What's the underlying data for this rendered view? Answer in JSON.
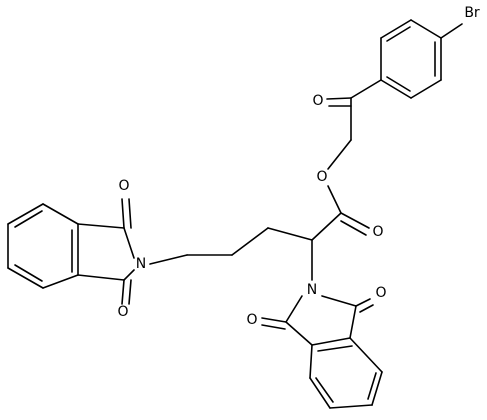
{
  "structure": {
    "atoms": {
      "bromine": "Br",
      "ketone_oxygen": "O",
      "ester_ether_oxygen": "O",
      "ester_carbonyl_oxygen": "O",
      "left_imide_nitrogen": "N",
      "left_imide_oxygen_top": "O",
      "left_imide_oxygen_bottom": "O",
      "right_imide_nitrogen": "N",
      "right_imide_oxygen_left": "O",
      "right_imide_oxygen_right": "O"
    }
  }
}
